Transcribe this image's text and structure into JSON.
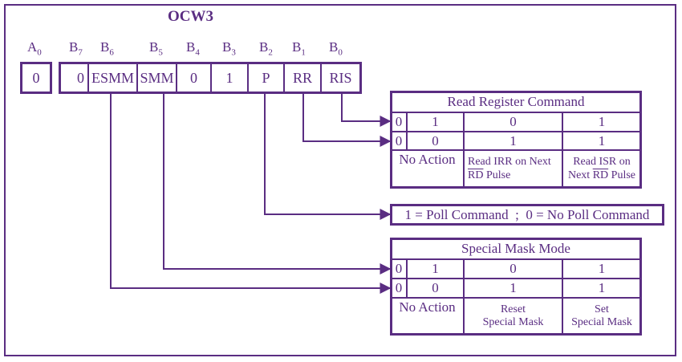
{
  "title": "OCW3",
  "bit_labels": {
    "a0": {
      "base": "A",
      "sub": "0"
    },
    "bits": [
      {
        "base": "B",
        "sub": "7"
      },
      {
        "base": "B",
        "sub": "6"
      },
      {
        "base": "B",
        "sub": "5"
      },
      {
        "base": "B",
        "sub": "4"
      },
      {
        "base": "B",
        "sub": "3"
      },
      {
        "base": "B",
        "sub": "2"
      },
      {
        "base": "B",
        "sub": "1"
      },
      {
        "base": "B",
        "sub": "0"
      }
    ]
  },
  "a0_value": "0",
  "bit_values": [
    "0",
    "ESMM",
    "SMM",
    "0",
    "1",
    "P",
    "RR",
    "RIS"
  ],
  "read_register": {
    "title": "Read Register Command",
    "row1": [
      "0",
      "1",
      "0",
      "1"
    ],
    "row2": [
      "0",
      "0",
      "1",
      "1"
    ],
    "no_action": "No Action",
    "c3_line1": "Read IRR on Next",
    "c3_line2_ov": "RD",
    "c3_line2_rest": " Pulse",
    "c4_line1": "Read ISR on",
    "c4_line2_pre": "Next ",
    "c4_line2_ov": "RD",
    "c4_line2_rest": " Pulse"
  },
  "poll": {
    "text": "1 = Poll Command  ;  0 = No Poll Command"
  },
  "special_mask": {
    "title": "Special Mask Mode",
    "row1": [
      "0",
      "1",
      "0",
      "1"
    ],
    "row2": [
      "0",
      "0",
      "1",
      "1"
    ],
    "no_action": "No Action",
    "c3_line1": "Reset",
    "c3_line2": "Special Mask",
    "c4_line1": "Set",
    "c4_line2": "Special Mask"
  },
  "colors": {
    "accent": "#5a2d82"
  }
}
